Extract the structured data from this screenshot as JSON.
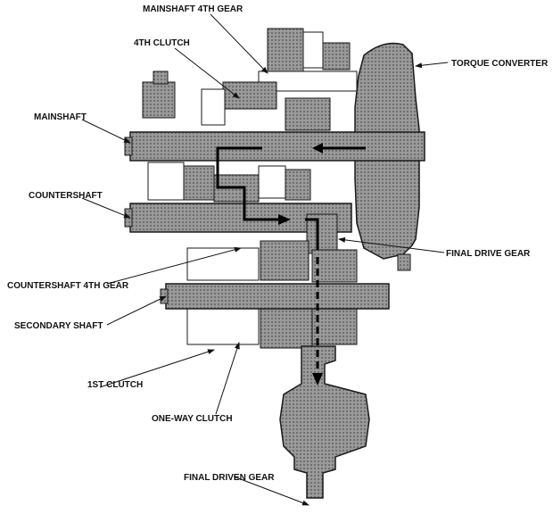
{
  "labels": {
    "mainshaft_4th_gear": "MAINSHAFT 4TH GEAR",
    "fourth_clutch": "4TH CLUTCH",
    "torque_converter": "TORQUE CONVERTER",
    "mainshaft": "MAINSHAFT",
    "countershaft": "COUNTERSHAFT",
    "final_drive_gear": "FINAL DRIVE GEAR",
    "countershaft_4th_gear": "COUNTERSHAFT 4TH GEAR",
    "secondary_shaft": "SECONDARY SHAFT",
    "first_clutch": "1ST CLUTCH",
    "one_way_clutch": "ONE-WAY CLUTCH",
    "final_driven_gear": "FINAL DRIVEN GEAR"
  },
  "colors": {
    "component_fill": "#8c8c8c",
    "component_outline": "#1a1a1a",
    "power_flow": "#000000"
  }
}
